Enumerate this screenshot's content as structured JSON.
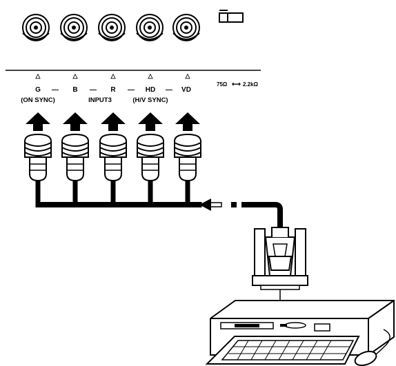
{
  "terminals": [
    {
      "id": "g",
      "signal": "G",
      "sub": "(ON SYNC)"
    },
    {
      "id": "b",
      "signal": "B",
      "sub": ""
    },
    {
      "id": "r",
      "signal": "R",
      "sub": ""
    },
    {
      "id": "hd",
      "signal": "HD",
      "sub": "(H/V SYNC)"
    },
    {
      "id": "vd",
      "signal": "VD",
      "sub": ""
    }
  ],
  "dash_separator": "—",
  "input_label": "INPUT3",
  "impedance_low": "75Ω",
  "impedance_high": "2.2kΩ",
  "triangle_glyph": "△",
  "switch_icon": "slide-switch-icon",
  "bnc_icon": "bnc-jack-icon",
  "plug_icon": "bnc-plug-icon",
  "arrow_icon": "arrow-up-icon",
  "vga_icon": "vga-connector-icon",
  "computer_icon": "computer-icon",
  "mouse_icon": "mouse-icon"
}
